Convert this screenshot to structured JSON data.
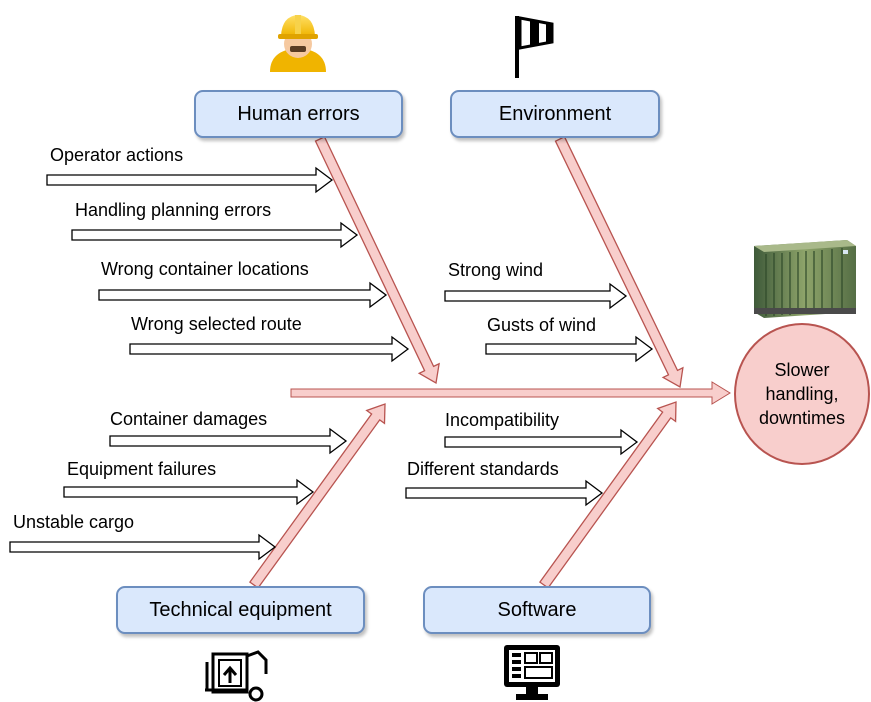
{
  "categories": {
    "human_errors": "Human errors",
    "environment": "Environment",
    "technical_equipment": "Technical equipment",
    "software": "Software"
  },
  "causes": {
    "operator_actions": "Operator actions",
    "handling_planning_errors": "Handling planning errors",
    "wrong_container_locations": "Wrong container locations",
    "wrong_selected_route": "Wrong selected route",
    "strong_wind": "Strong wind",
    "gusts_of_wind": "Gusts of wind",
    "container_damages": "Container damages",
    "equipment_failures": "Equipment failures",
    "unstable_cargo": "Unstable cargo",
    "incompatibility": "Incompatibility",
    "different_standards": "Different standards"
  },
  "effect": {
    "line1": "Slower",
    "line2": "handling,",
    "line3": "downtimes"
  },
  "icons": {
    "human": "worker-helmet-icon",
    "environment": "windsock-icon",
    "effect": "shipping-container-icon",
    "technical": "equipment-machine-icon",
    "software": "computer-monitor-icon"
  },
  "colors": {
    "category_fill": "#dae8fc",
    "category_border": "#6c8ebf",
    "bone_fill": "#f8cecc",
    "bone_border": "#b85450",
    "effect_fill": "#f8cecc",
    "effect_border": "#b85450"
  }
}
